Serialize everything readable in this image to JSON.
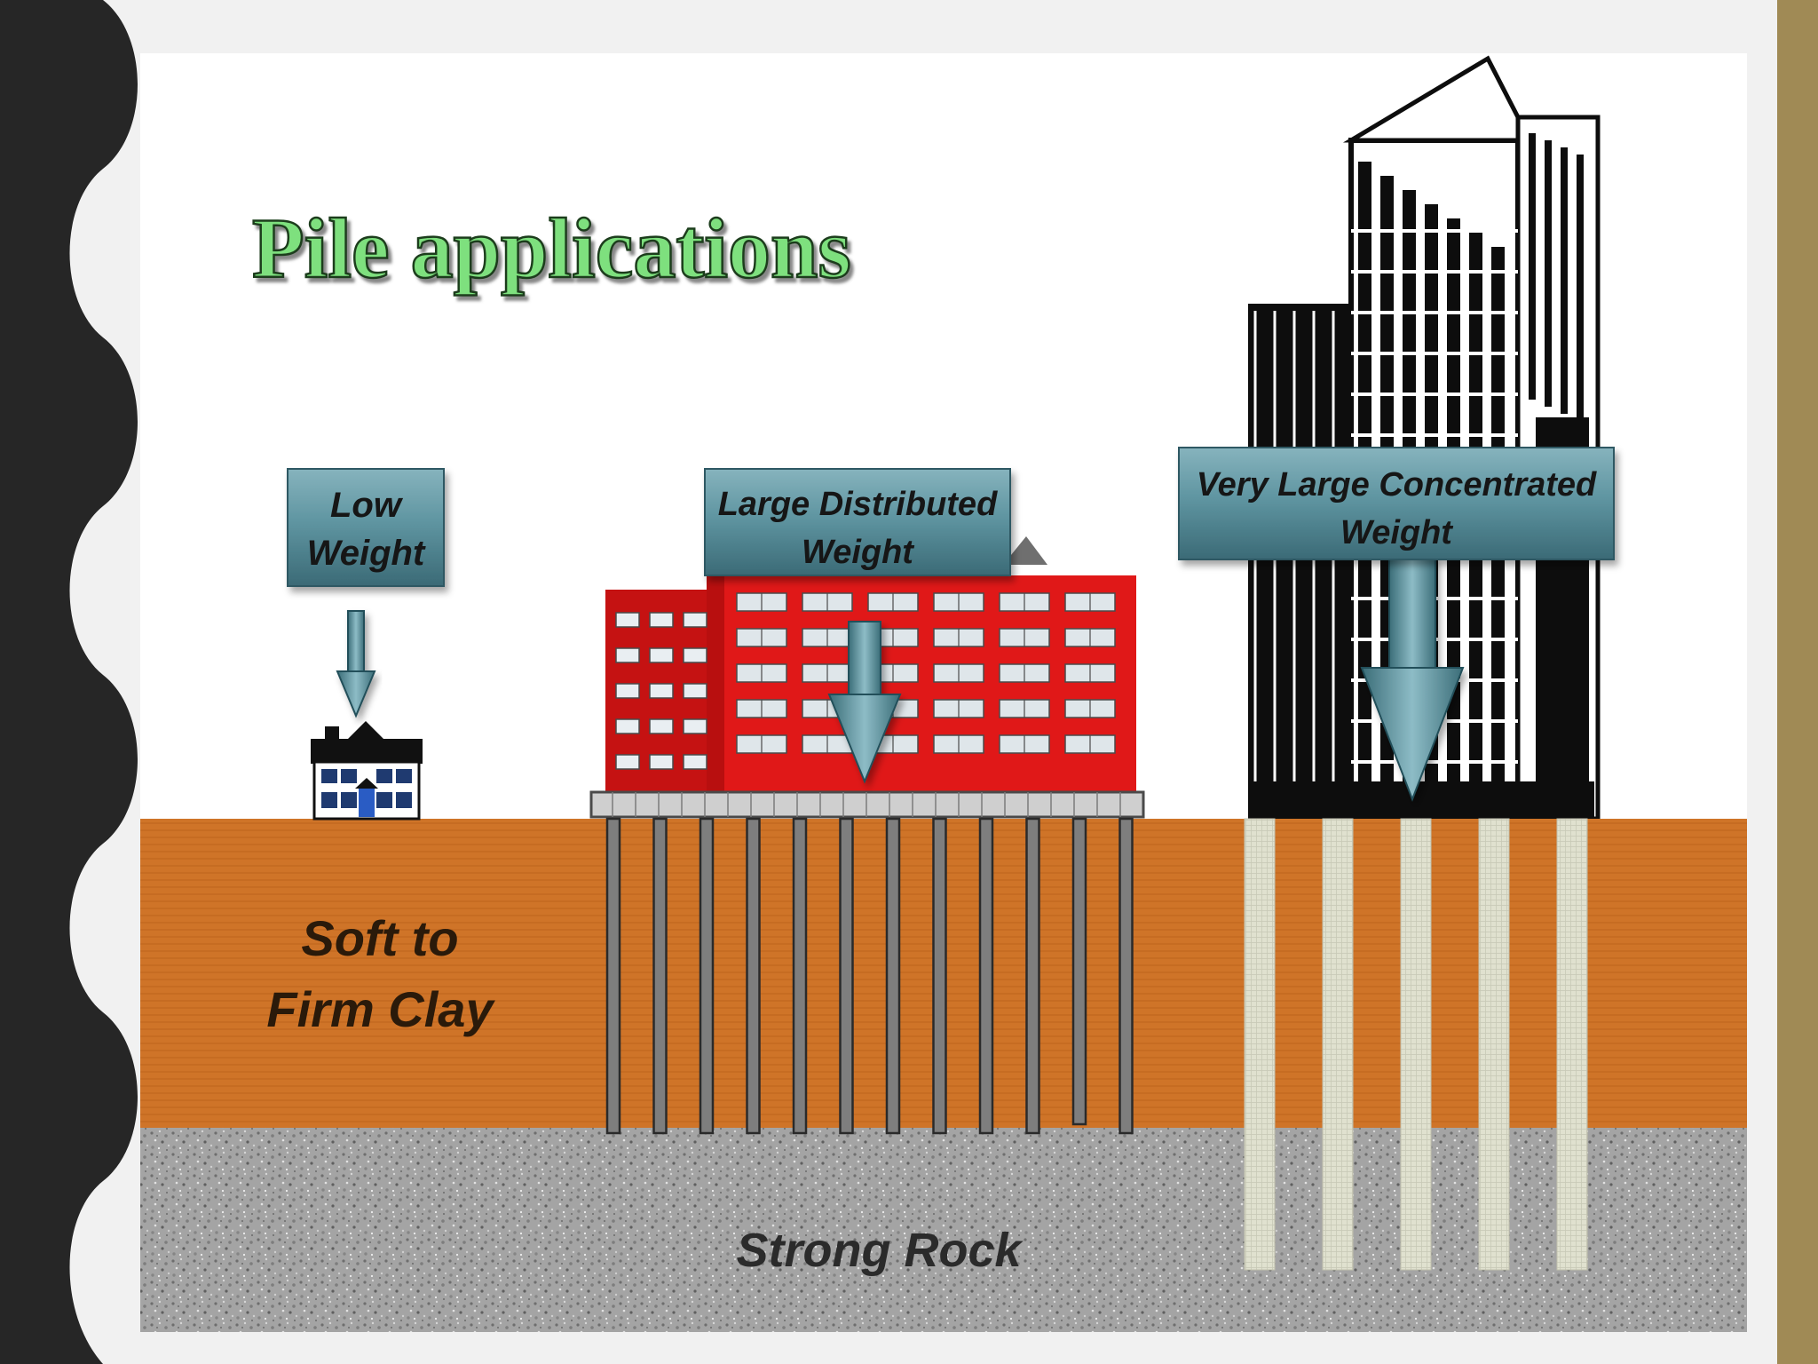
{
  "slide": {
    "title": "Pile applications",
    "colors": {
      "left_edge": "#262626",
      "right_bar": "#a08a55",
      "clay": "#cf7428",
      "rock": "#9c9c9c",
      "mid_building": "#e01818",
      "callout": "#4e7f8a",
      "title": "#7ee07e"
    }
  },
  "callouts": {
    "low": {
      "line1": "Low",
      "line2": "Weight"
    },
    "distributed": {
      "line1": "Large Distributed",
      "line2": "Weight"
    },
    "concentrated": {
      "line1": "Very Large Concentrated",
      "line2": "Weight"
    }
  },
  "layers": {
    "clay": {
      "line1": "Soft to",
      "line2": "Firm Clay"
    },
    "rock": "Strong Rock"
  },
  "icons": {
    "house": "house-icon",
    "low_rise_building": "apartment-building-icon",
    "skyscraper": "skyscraper-icon",
    "load_arrow": "down-arrow-icon"
  }
}
